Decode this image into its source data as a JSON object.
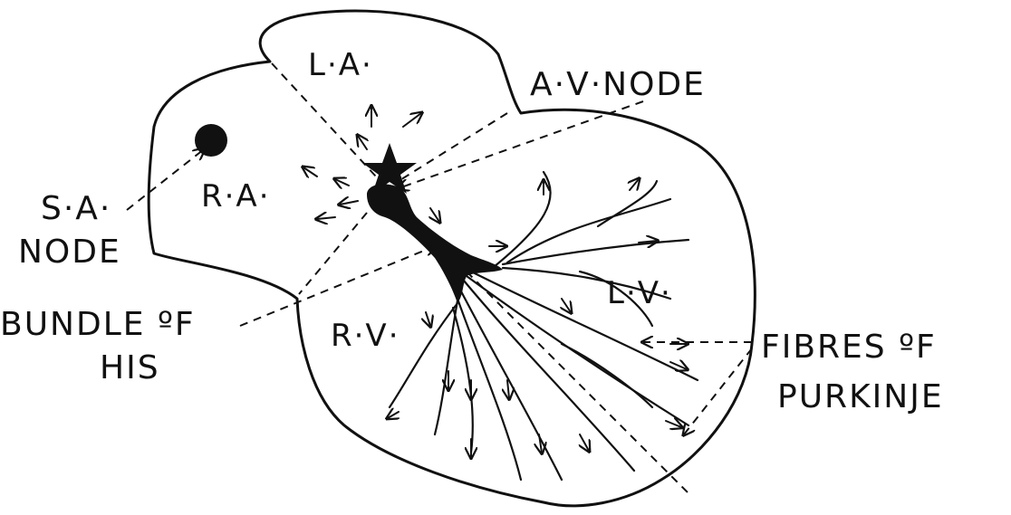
{
  "labels": {
    "la": "L·A·",
    "ra": "R·A·",
    "rv": "R·V·",
    "lv": "L·V·",
    "av_node": "A·V·NODE",
    "sa_node_1": "S·A·",
    "sa_node_2": "NODE",
    "bundle_1": "BUNDLE ºF",
    "bundle_2": "HIS",
    "fibres_1": "FIBRES ºF",
    "fibres_2": "PURKINJE"
  },
  "colors": {
    "ink": "#111111",
    "background": "#ffffff"
  }
}
